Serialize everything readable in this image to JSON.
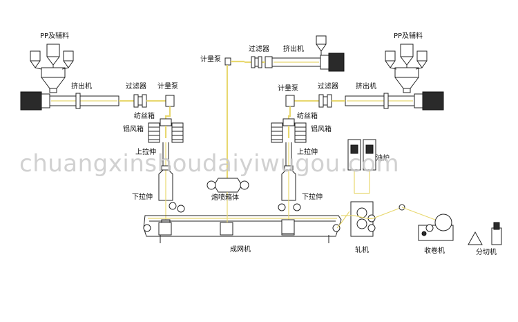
{
  "watermark": "chuangxinshoudaiyiwugou.com",
  "labels": {
    "pp_left": "PP及辅料",
    "pp_right": "PP及辅料",
    "extruder_left": "挤出机",
    "extruder_center": "挤出机",
    "extruder_right": "挤出机",
    "filter_left": "过滤器",
    "filter_center": "过滤器",
    "filter_right": "过滤器",
    "pump_left": "计量泵",
    "pump_center": "计量泵",
    "pump_right": "计量泵",
    "spin_box_left": "纺丝箱",
    "spin_box_right": "纺丝箱",
    "air_box_left": "铝风箱",
    "air_box_right": "铝风箱",
    "upper_draw_left": "上拉伸",
    "upper_draw_right": "上拉伸",
    "lower_draw_left": "下拉伸",
    "lower_draw_right": "下拉伸",
    "meltblown": "熔喷箱体",
    "oil": "油炉",
    "web_former": "成网机",
    "calender": "轧机",
    "winder": "收卷机",
    "slitter": "分切机"
  }
}
